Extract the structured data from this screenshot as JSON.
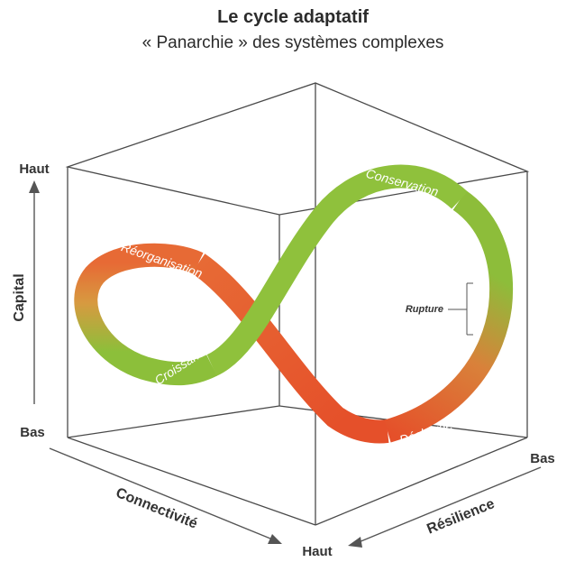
{
  "title": "Le cycle adaptatif",
  "subtitle": "« Panarchie » des systèmes complexes",
  "axes": {
    "capital": {
      "name": "Capital",
      "high": "Haut",
      "low": "Bas"
    },
    "connectivity": {
      "name": "Connectivité",
      "high": "Haut"
    },
    "resilience": {
      "name": "Résilience",
      "low": "Bas"
    }
  },
  "phases": {
    "conservation": "Conservation",
    "reorganisation": "Réorganisation",
    "croissance": "Croissance",
    "decharge": "Décharge"
  },
  "rupture": "Rupture",
  "colors": {
    "green": "#8cc63f",
    "orange": "#e85d2a",
    "line": "#4a4a4a"
  }
}
